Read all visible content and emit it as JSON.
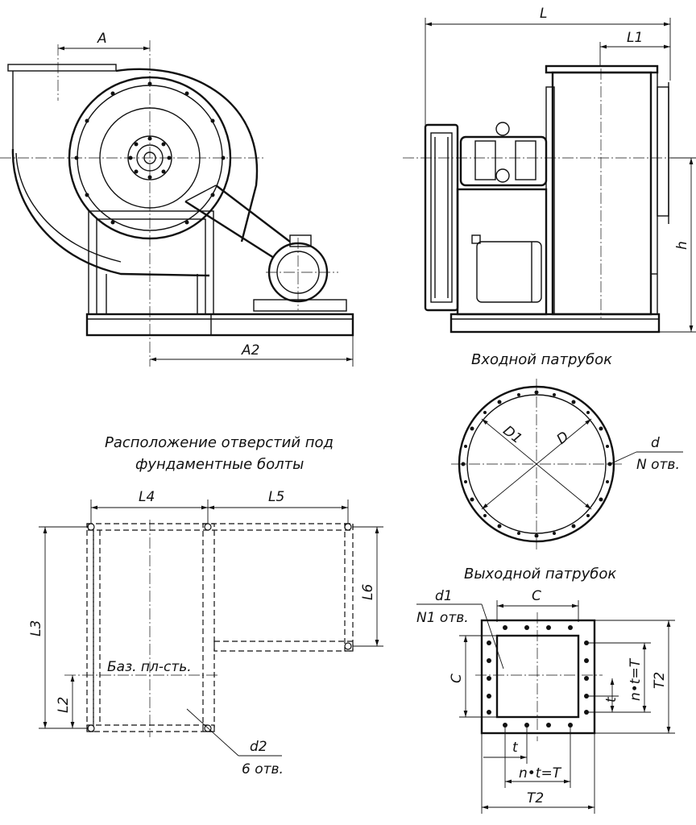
{
  "captions": {
    "inlet": "Входной патрубок",
    "holes_line1": "Расположение отверстий под",
    "holes_line2": "фундаментные болты",
    "outlet": "Выходной патрубок",
    "base_plane": "Баз. пл-сть."
  },
  "dims": {
    "A": "A",
    "A2": "A2",
    "L": "L",
    "L1": "L1",
    "h": "h",
    "L4": "L4",
    "L5": "L5",
    "L3": "L3",
    "L6": "L6",
    "L2": "L2",
    "d2": "d2",
    "d2_holes": "6 отв.",
    "D1": "D1",
    "D": "D",
    "d": "d",
    "N_holes": "N отв.",
    "d1": "d1",
    "N1_holes": "N1 отв.",
    "C_top": "C",
    "C_left": "C",
    "t_right": "t",
    "nt_right": "n•t=T",
    "T2_right": "T2",
    "t_bottom": "t",
    "nt_bottom": "n•t=T",
    "T2_bottom": "T2"
  }
}
